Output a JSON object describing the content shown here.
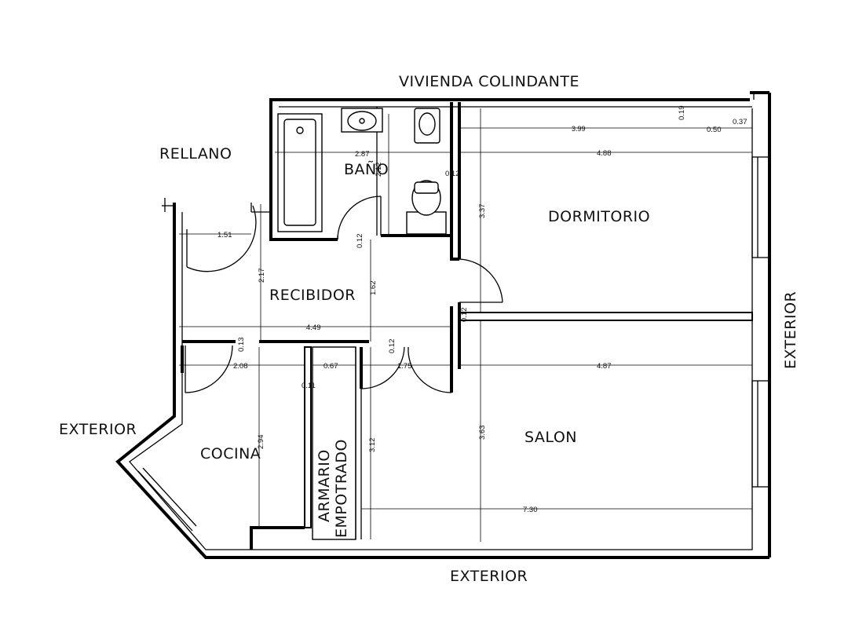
{
  "labels": {
    "vivienda": "VIVIENDA  COLINDANTE",
    "rellano": "RELLANO",
    "bano": "BAÑO",
    "dormitorio": "DORMITORIO",
    "recibidor": "RECIBIDOR",
    "exterior_left": "EXTERIOR",
    "exterior_bottom": "EXTERIOR",
    "exterior_right": "EXTERIOR",
    "cocina": "COCINA",
    "salon": "SALON",
    "armario_1": "ARMARIO",
    "armario_2": "EMPOTRADO"
  },
  "dimensions": {
    "d399": "3.99",
    "d050": "0.50",
    "d037": "0.37",
    "d019": "0.19",
    "d287": "2.87",
    "d488": "4.88",
    "d212": "2.12",
    "d012a": "0.12",
    "d337": "3.37",
    "d151": "1.51",
    "d012b": "0.12",
    "d217": "2.17",
    "d162": "1.62",
    "d449": "4.49",
    "d012c": "0.12",
    "d013": "0.13",
    "d012d": "0.12",
    "d208": "2.08",
    "d067": "0.67",
    "d175": "1.75",
    "d487": "4.87",
    "d011": "0.11",
    "d294": "2.94",
    "d312": "3.12",
    "d363": "3.63",
    "d730": "7.30"
  }
}
